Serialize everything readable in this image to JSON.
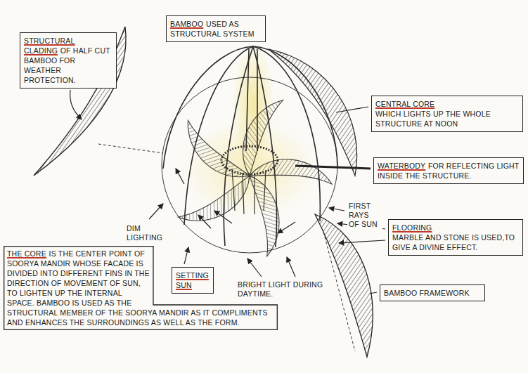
{
  "diagram": {
    "nodes": [
      {
        "text": [
          "BAMBOO",
          "USED AS STRUCTURAL SYSTEM"
        ]
      },
      {
        "text": [
          "STRUCTURAL CLADING",
          "OF HALF CUT BAMBOO FOR WEATHER PROTECTION."
        ]
      },
      {
        "text": [
          "CENTRAL CORE",
          "WHICH LIGHTS UP THE WHOLE STRUCTURE AT NOON"
        ]
      },
      {
        "text": [
          "WATERBODY",
          "FOR REFLECTING LIGHT INSIDE THE STRUCTURE."
        ]
      },
      {
        "text": [
          "FLOORING",
          "MARBLE AND STONE IS USED,TO GIVE A DIVINE EFFECT."
        ]
      },
      {
        "text": [
          "THE CORE",
          "IS THE CENTER POINT OF SOORYA MANDIR WHOSE FACADE IS DIVIDED INTO DIFFERENT FINS IN THE DIRECTION OF MOVEMENT OF SUN, TO LIGHTEN UP THE INTERNAL SPACE. BAMBOO IS USED AS THE STRUCTURAL MEMBER OF THE SOORYA MANDIR AS IT COMPLIMENTS AND ENHANCES THE SURROUNDINGS AS WELL AS THE FORM."
        ]
      },
      {
        "text": [
          "SETTING SUN"
        ]
      },
      {
        "text": [
          "BAMBOO FRAMEWORK"
        ]
      }
    ],
    "labels": [
      "FIRST RAYS OF SUN",
      "DIM LIGHTING",
      "BRIGHT LIGHT DURING DAYTIME."
    ]
  }
}
